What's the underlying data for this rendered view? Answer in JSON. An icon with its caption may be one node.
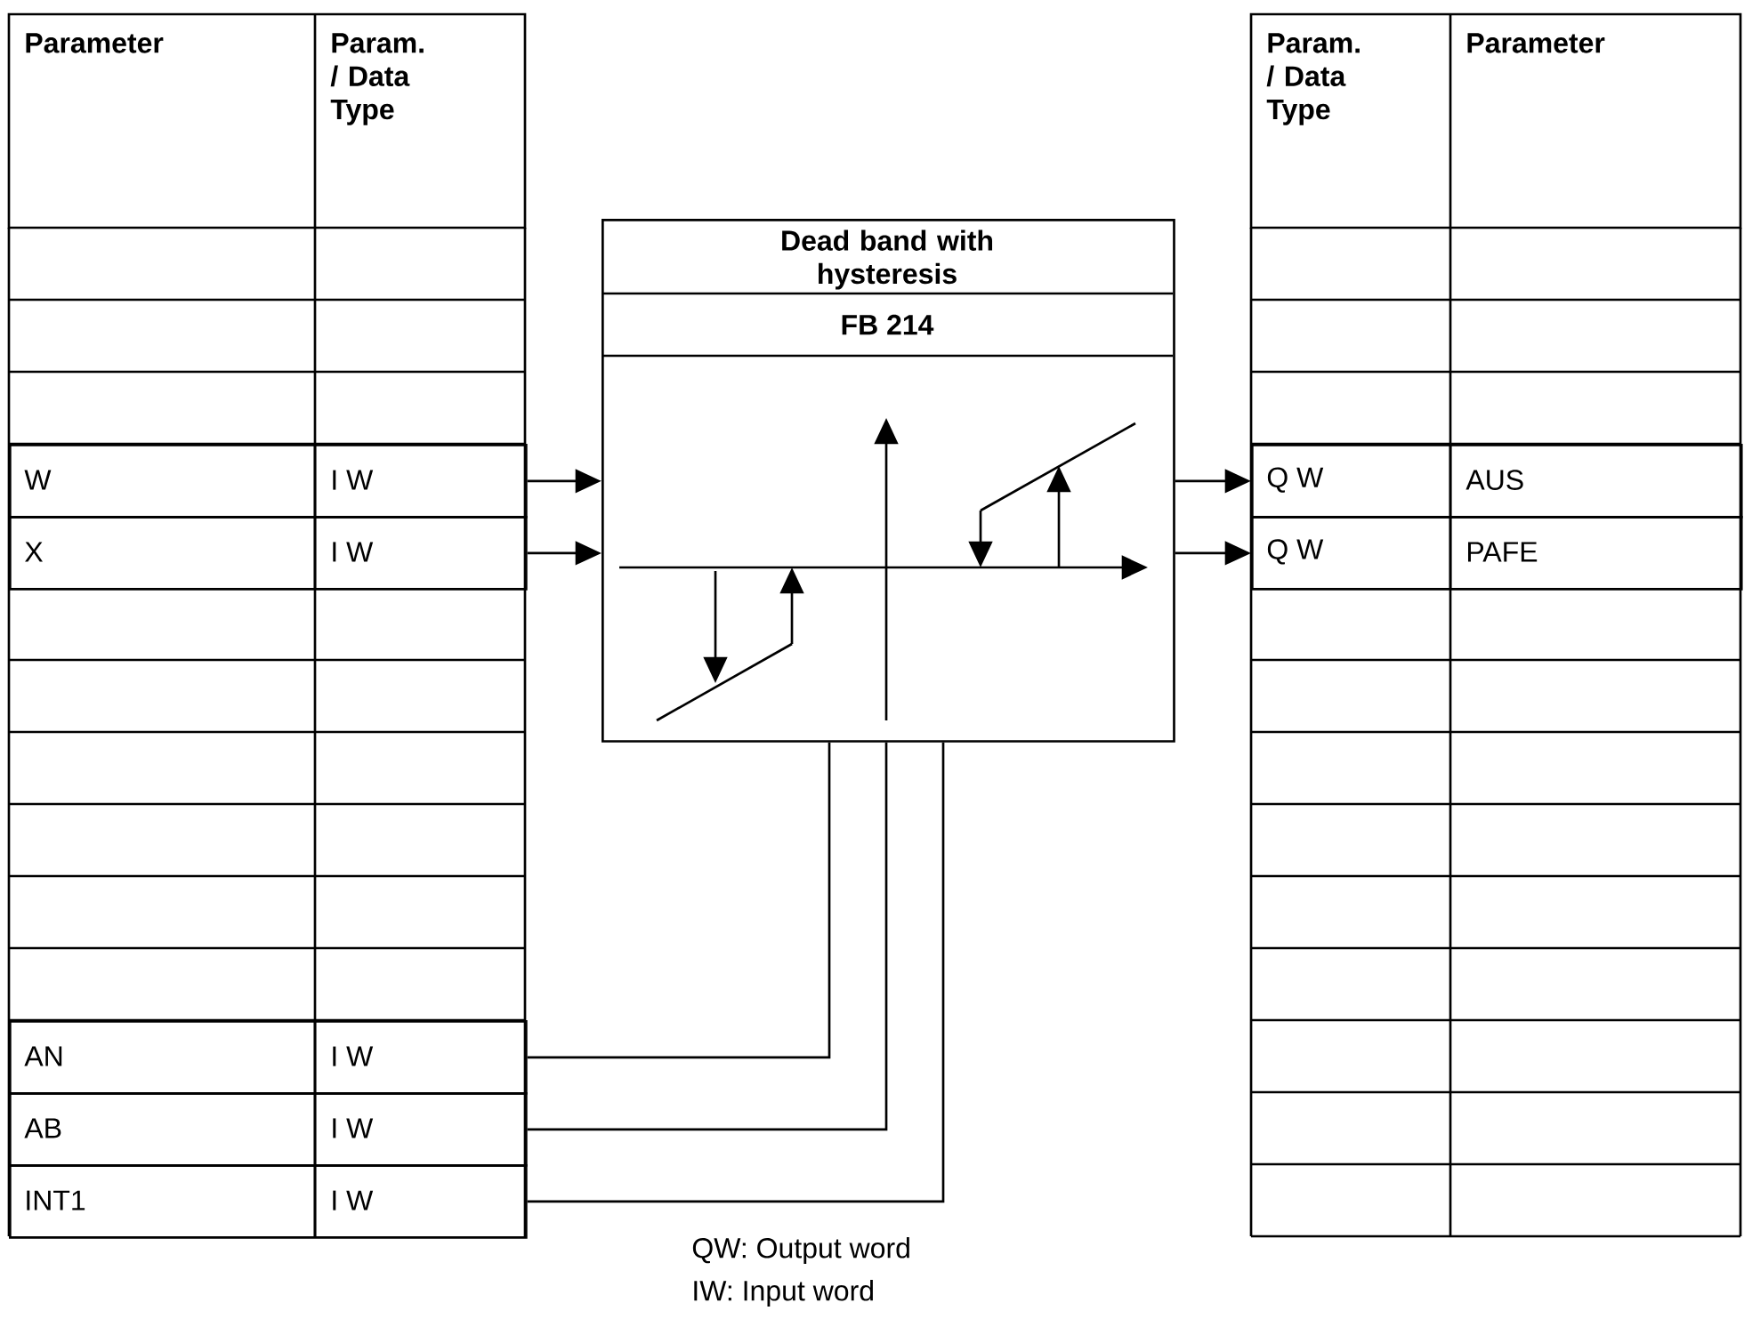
{
  "diagram": {
    "nodes": [
      {
        "text": [
          "Dead band with hysteresis",
          "FB 214"
        ]
      },
      {
        "text": [
          "W",
          "I W"
        ]
      },
      {
        "text": [
          "X",
          "I W"
        ]
      },
      {
        "text": [
          "AN",
          "I W"
        ]
      },
      {
        "text": [
          "AB",
          "I W"
        ]
      },
      {
        "text": [
          "INT1",
          "I W"
        ]
      },
      {
        "text": [
          "Q W",
          "AUS"
        ]
      },
      {
        "text": [
          "Q W",
          "PAFE"
        ]
      }
    ],
    "edges": [
      {
        "from": 1,
        "to": 0,
        "arrow": "to"
      },
      {
        "from": 2,
        "to": 0,
        "arrow": "to"
      },
      {
        "from": 3,
        "to": 0,
        "arrow": "none"
      },
      {
        "from": 4,
        "to": 0,
        "arrow": "none"
      },
      {
        "from": 5,
        "to": 0,
        "arrow": "none"
      },
      {
        "from": 0,
        "to": 6,
        "arrow": "to"
      },
      {
        "from": 0,
        "to": 7,
        "arrow": "to"
      }
    ],
    "labels": [
      "Parameter",
      "Param. / Data Type",
      "Param. / Data Type",
      "Parameter",
      "QW: Output word",
      "IW: Input word"
    ]
  }
}
